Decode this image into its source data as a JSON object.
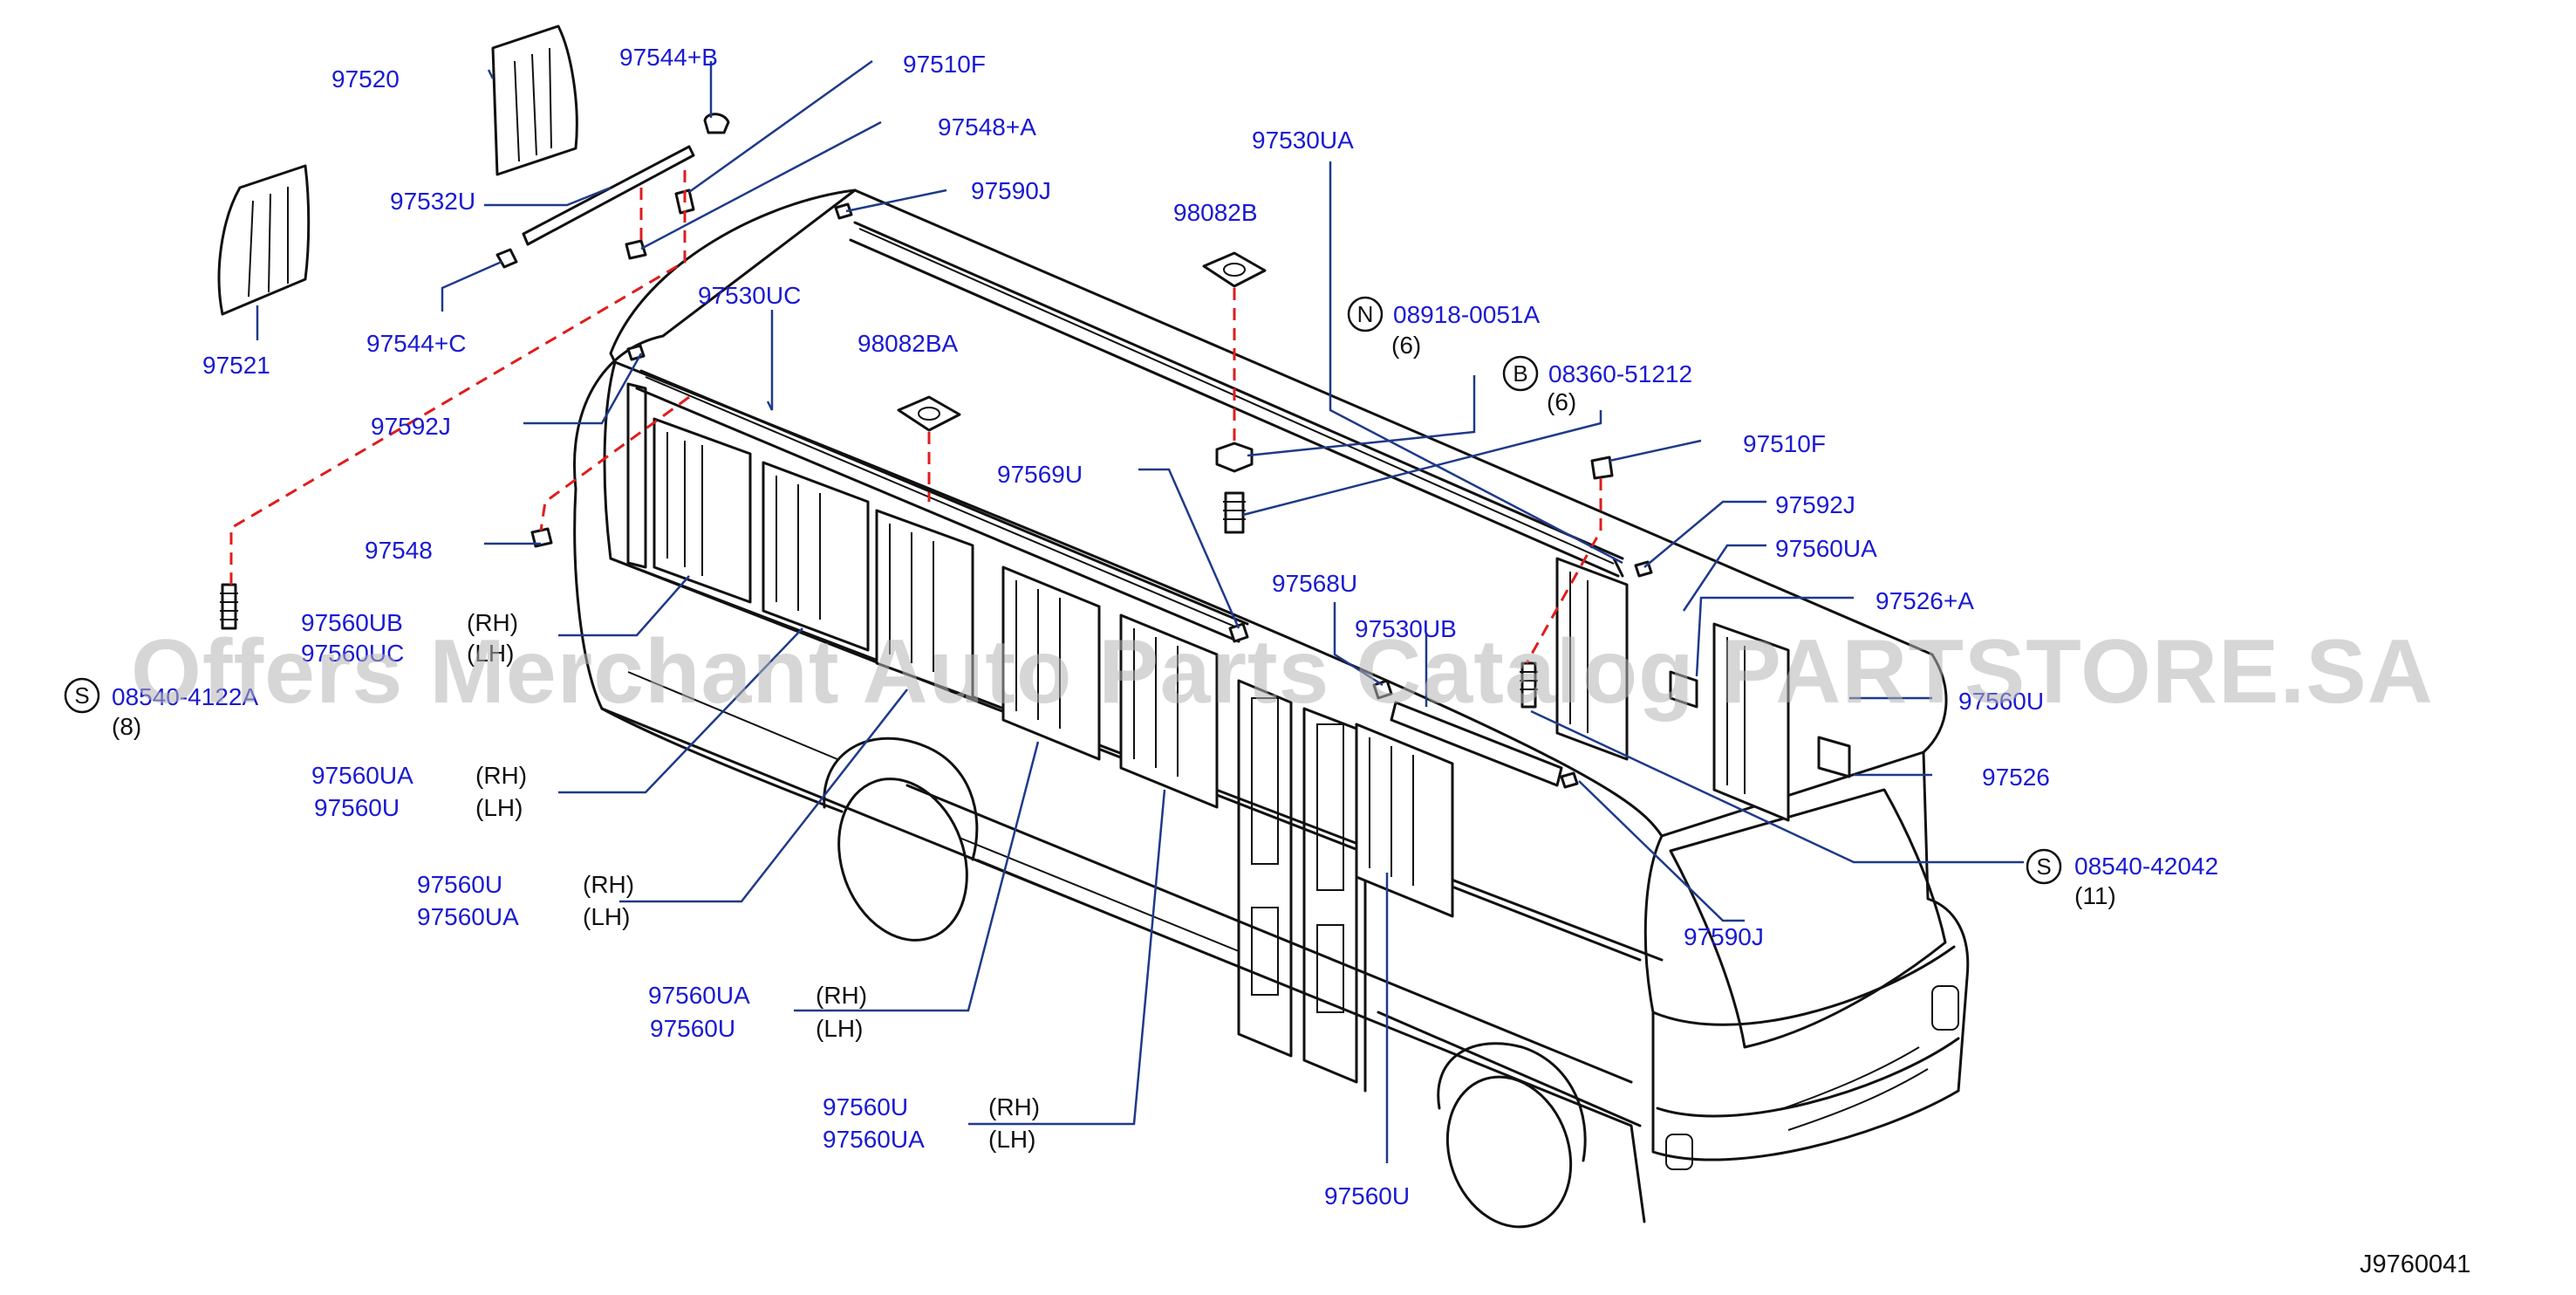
{
  "diagram": {
    "code": "J9760041",
    "watermark": "Offers Merchant Auto Parts Catalog PARTSTORE.SA",
    "colors": {
      "part_number": "#1a1ad2",
      "leader": "#1e3a8a",
      "dash": "#e01c1c",
      "line": "#111111"
    },
    "labels": {
      "p97520": "97520",
      "p97521": "97521",
      "p97544b": "97544+B",
      "p97510f_top": "97510F",
      "p97548a": "97548+A",
      "p97532u": "97532U",
      "p97544c": "97544+C",
      "p97590j_top": "97590J",
      "p97530ua": "97530UA",
      "p98082b": "98082B",
      "p97530uc": "97530UC",
      "p98082ba": "98082BA",
      "p97592j_left": "97592J",
      "p97548": "97548",
      "p97569u": "97569U",
      "p08918": "08918-0051A",
      "p08918_qty": "(6)",
      "p08360": "08360-51212",
      "p08360_qty": "(6)",
      "p97510f_right": "97510F",
      "p97592j_right": "97592J",
      "p97560ua_right": "97560UA",
      "p97526a": "97526+A",
      "p97568u": "97568U",
      "p97530ub": "97530UB",
      "p97560u_right": "97560U",
      "p97526": "97526",
      "p08540_42042": "08540-42042",
      "p08540_42042_qty": "(11)",
      "p97590j_mid": "97590J",
      "p08540_4122a": "08540-4122A",
      "p08540_4122a_qty": "(8)",
      "p97560ub": "97560UB",
      "p97560ub_side": "(RH)",
      "p97560uc": "97560UC",
      "p97560uc_side": "(LH)",
      "g1_a": "97560UA",
      "g1_a_side": "(RH)",
      "g1_b": "97560U",
      "g1_b_side": "(LH)",
      "g2_a": "97560U",
      "g2_a_side": "(RH)",
      "g2_b": "97560UA",
      "g2_b_side": "(LH)",
      "g3_a": "97560UA",
      "g3_a_side": "(RH)",
      "g3_b": "97560U",
      "g3_b_side": "(LH)",
      "g4_a": "97560U",
      "g4_a_side": "(RH)",
      "g4_b": "97560UA",
      "g4_b_side": "(LH)",
      "p97560u_bottom": "97560U",
      "sym_n": "N",
      "sym_b": "B",
      "sym_s1": "S",
      "sym_s2": "S"
    }
  }
}
